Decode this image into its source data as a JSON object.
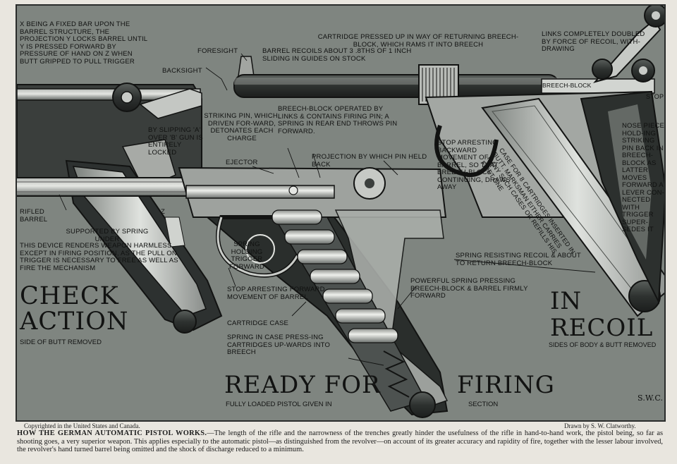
{
  "labels": {
    "x_bar": "X BEING A FIXED BAR UPON THE BARREL STRUCTURE, THE PROJECTION Y LOCKS BARREL UNTIL Y IS PRESSED FORWARD BY PRESSURE OF HAND ON Z WHEN BUTT GRIPPED TO PULL TRIGGER",
    "foresight": "FORESIGHT",
    "backsight": "BACKSIGHT",
    "barrel_recoils": "BARREL RECOILS ABOUT 3 .8THS OF 1 INCH SLIDING IN GUIDES ON STOCK",
    "cartridge_pressed": "CARTRIDGE PRESSED UP IN WAY OF RETURNING BREECH-BLOCK, WHICH RAMS IT INTO BREECH",
    "links_doubled": "LINKS COMPLETELY DOUBLED BY FORCE OF RECOIL, WITH-DRAWING",
    "breech_block_top": "BREECH-BLOCK",
    "stop_top": "STOP",
    "breech_block_operated": "BREECH-BLOCK OPERATED BY LINKS & CONTAINS FIRING PIN; A SPRING IN REAR END THROWS PIN FORWARD.",
    "striking_pin": "STRIKING PIN, WHICH, DRIVEN FOR-WARD, DETONATES EACH CHARGE",
    "slipping": "BY SLIPPING 'A' OVER 'B' GUN IS ENTIRELY LOCKED",
    "ejector": "EJECTOR",
    "projection": "PROJECTION BY WHICH PIN HELD BACK",
    "stop_arresting_back": "STOP ARRESTING BACKWARD MOVEMENT OF BARREL, SO THAT BREECH-BLOCK CONTINUING, DRAWS AWAY",
    "case_for_cartridges": "CASE FOR 8 CARTRIDGES INSERTED IN BUTT. MARKSMAN EITHER CARRIES MANY SUCH CASES OR REFILLS HIS FIRST ONE",
    "nose_piece": "NOSE PIECE HOLD-ING STRIKING PIN BACK IN BREECH-BLOCK AS LATTER MOVES FORWARD A LEVER CON-NECTED WITH TRIGGER SUPER-SEDES IT",
    "rifled_barrel": "RIFLED BARREL",
    "supported": "SUPPORTED BY SPRING UNDER",
    "letter_z": "Z",
    "device": "THIS DEVICE RENDERS WEAPON HARMLESS EXCEPT IN FIRING POSITION, AS THE PULL ON TRIGGER IS NECESSARY TO FREE AS WELL AS FIRE THE MECHANISM",
    "spring_holding": "SPRING HOLDING TRIGGER FORWARD",
    "spring_resisting": "SPRING RESISTING RECOIL & ABOUT TO RETURN BREECH-BLOCK",
    "powerful_spring": "POWERFUL SPRING PRESSING BREECH-BLOCK & BARREL FIRMLY FORWARD",
    "stop_arresting_fwd": "STOP ARRESTING FORWARD MOVEMENT OF BARREL",
    "cartridge_case": "CARTRIDGE CASE",
    "spring_in_case": "SPRING IN CASE PRESS-ING CARTRIDGES UP-WARDS INTO BREECH"
  },
  "titles": {
    "check_action": "CHECK ACTION",
    "check_sub": "SIDE OF BUTT REMOVED",
    "ready_for": "READY FOR",
    "firing": "FIRING",
    "ready_sub_a": "FULLY LOADED PISTOL GIVEN IN",
    "ready_sub_b": "SECTION",
    "in_recoil": "IN RECOIL",
    "recoil_sub": "SIDES OF BODY & BUTT REMOVED"
  },
  "signature": "S.W.C.",
  "footer": {
    "copyright": "Copyrighted in the United States and Canada.",
    "drawn_by": "Drawn by S. W. Clatworthy.",
    "caption_head": "HOW THE GERMAN AUTOMATIC PISTOL WORKS.",
    "caption_body": "—The length of the rifle and the narrowness of the trenches greatly hinder the usefulness of the rifle in hand-to-hand work, the pistol being, so far as shooting goes, a very superior weapon. This applies especially to the automatic pistol—as distinguished from the revolver—on account of its greater accuracy and rapidity of fire, together with the lesser labour involved, the revolver's hand turned barrel being omitted and the shock of discharge reduced to a minimum."
  },
  "colors": {
    "background": "#7f8580",
    "metal_dark": "#2f3331",
    "metal_light": "#c9ccc8",
    "ink": "#121312",
    "paper": "#e9e6df"
  }
}
